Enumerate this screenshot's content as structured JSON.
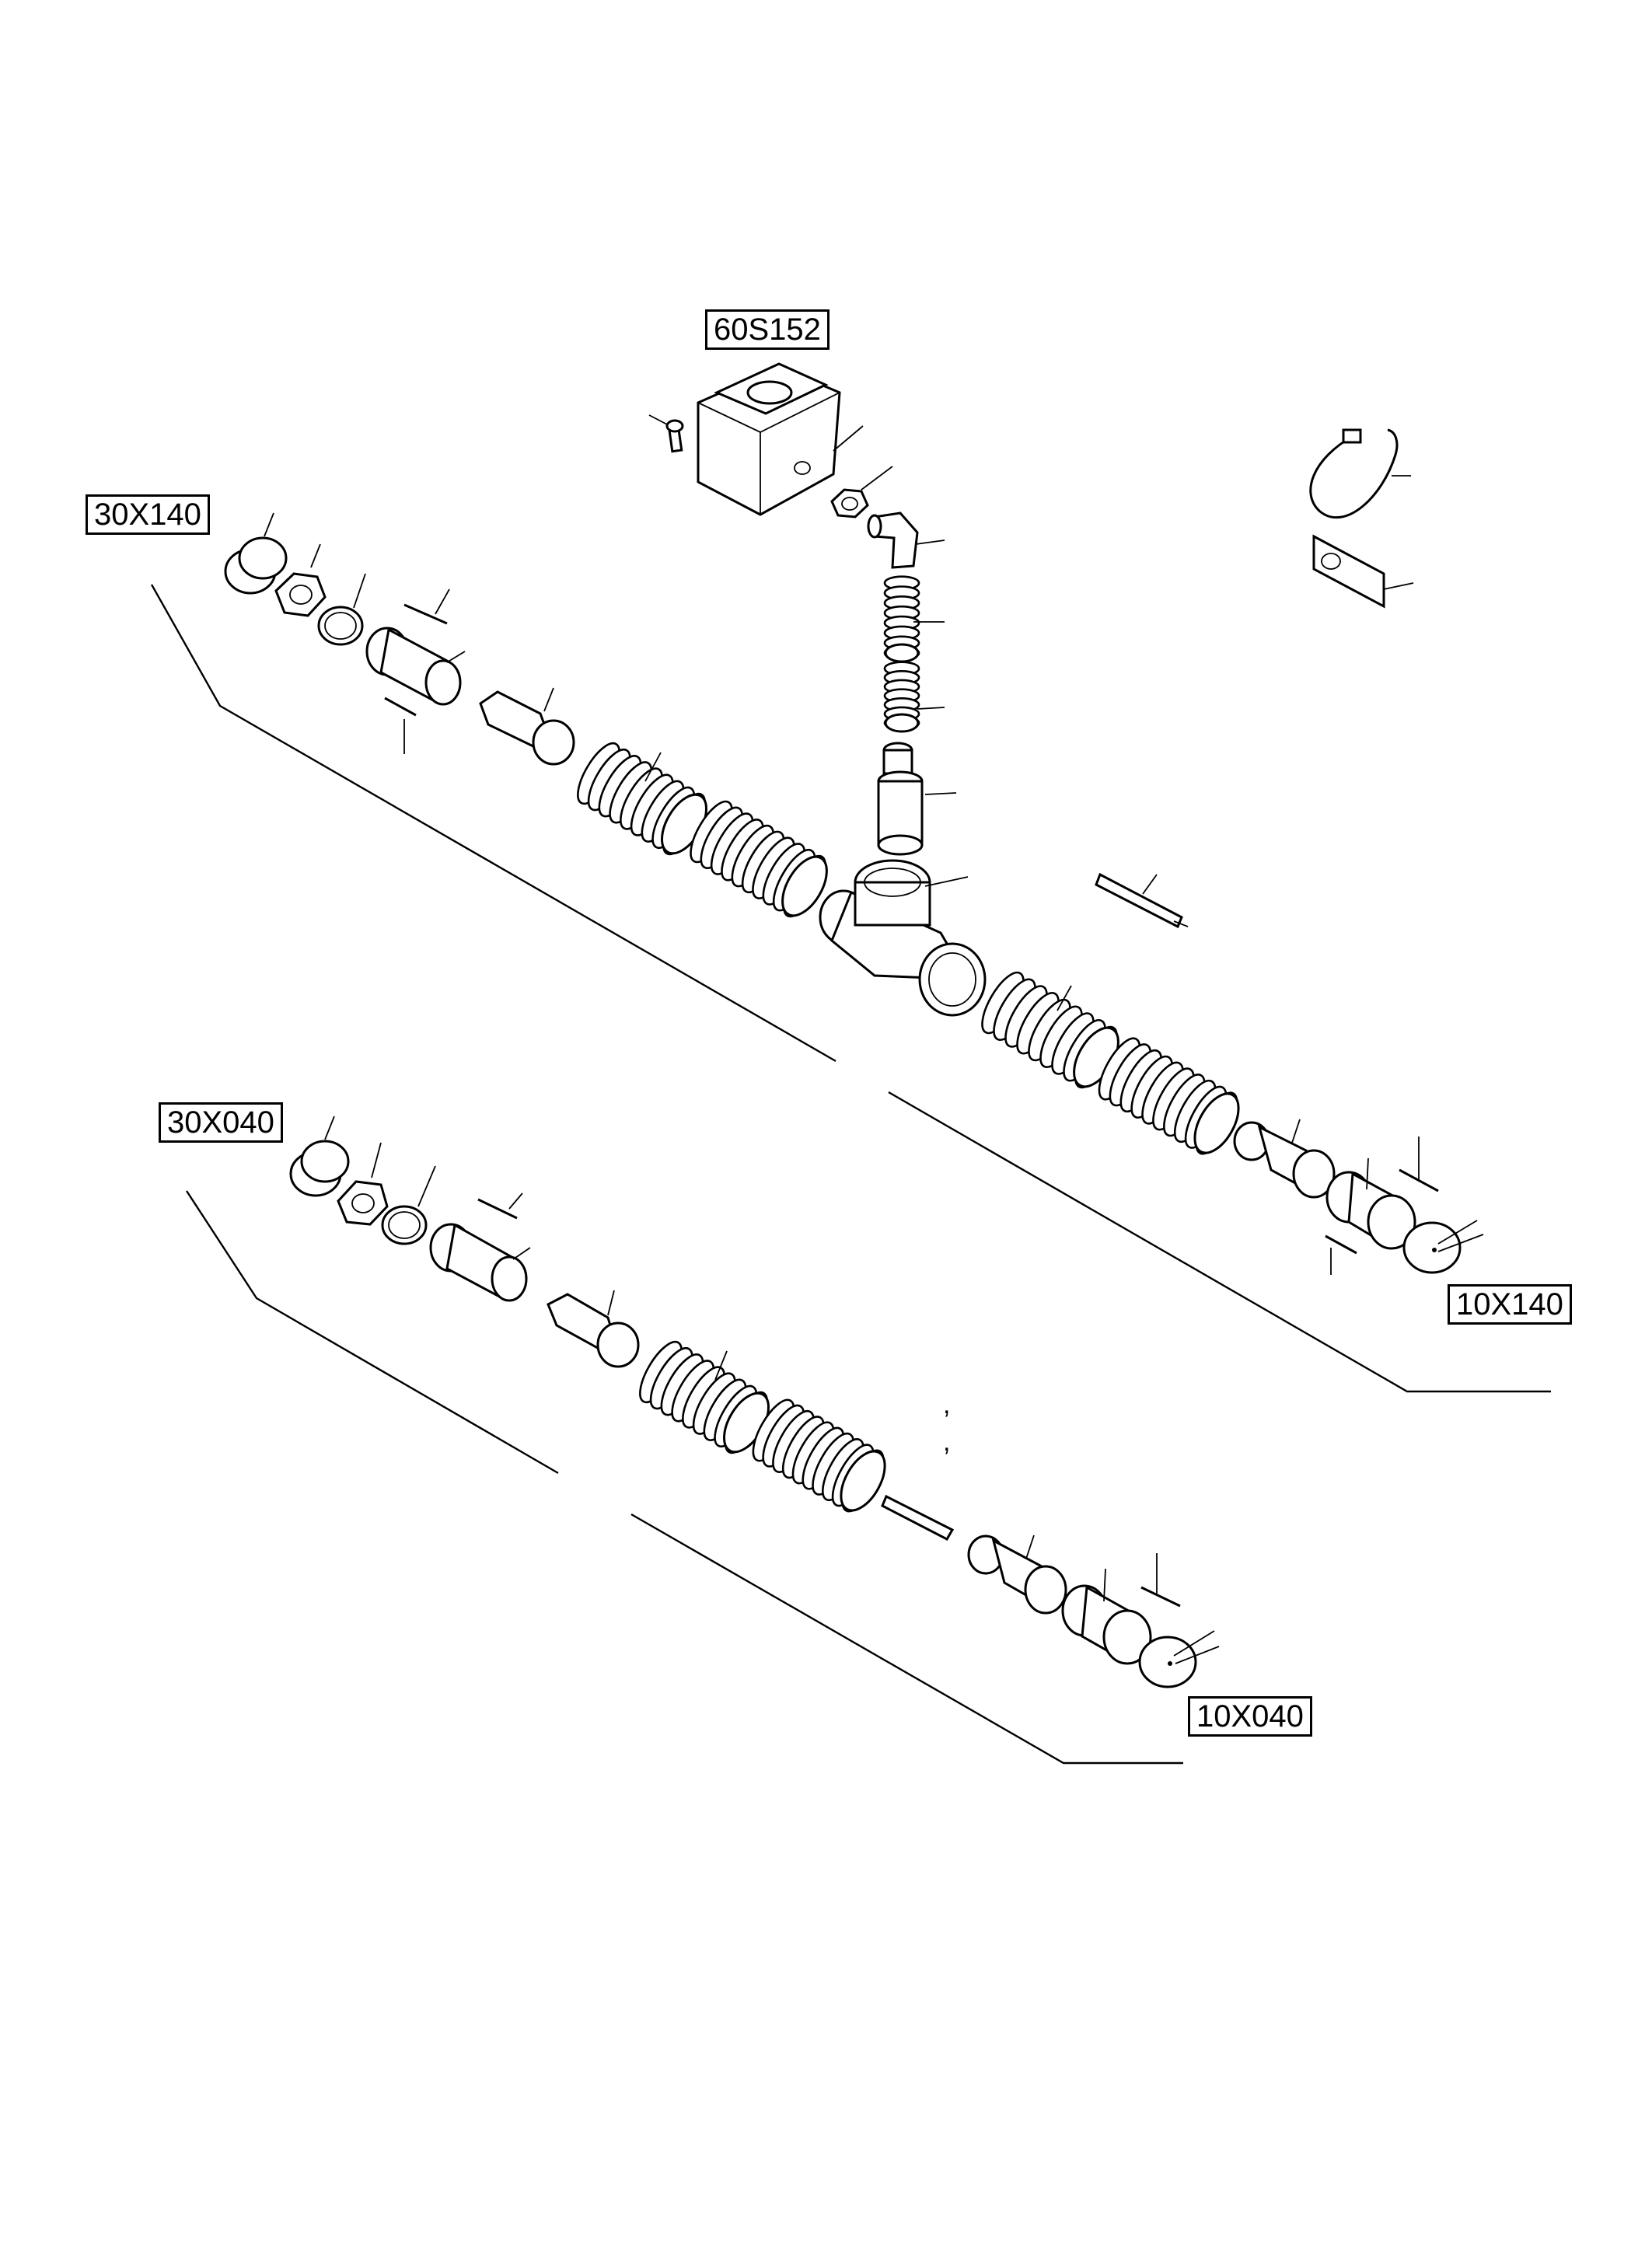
{
  "labels": {
    "solenoid": "60S152",
    "upper_left": "30X140",
    "upper_right": "10X140",
    "lower_left": "30X040",
    "lower_right": "10X040"
  },
  "marks": {
    "comma_a": ",",
    "comma_b": ","
  }
}
